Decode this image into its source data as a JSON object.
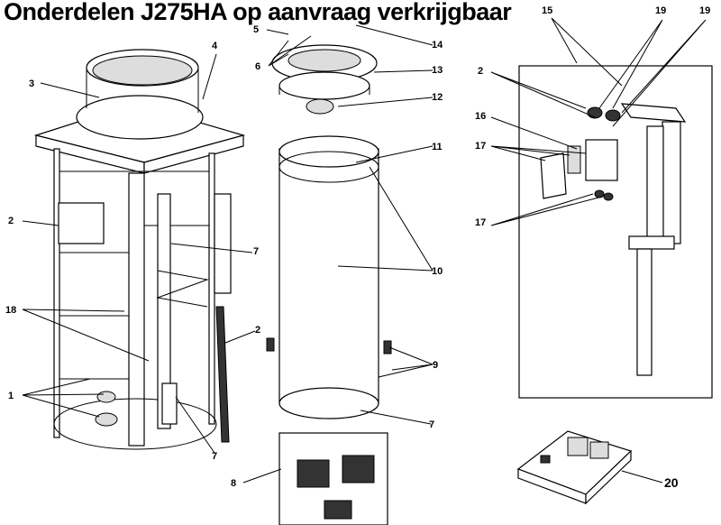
{
  "title": "Onderdelen J275HA op aanvraag verkrijgbaar",
  "callouts": {
    "c1": "1",
    "c2a": "2",
    "c2b": "2",
    "c2c": "2",
    "c3": "3",
    "c4": "4",
    "c5": "5",
    "c6": "6",
    "c7a": "7",
    "c7b": "7",
    "c7c": "7",
    "c8": "8",
    "c9": "9",
    "c10": "10",
    "c11": "11",
    "c12": "12",
    "c13": "13",
    "c14": "14",
    "c15": "15",
    "c16": "16",
    "c17a": "17",
    "c17b": "17",
    "c18": "18",
    "c19a": "19",
    "c19b": "19",
    "c20": "20"
  }
}
